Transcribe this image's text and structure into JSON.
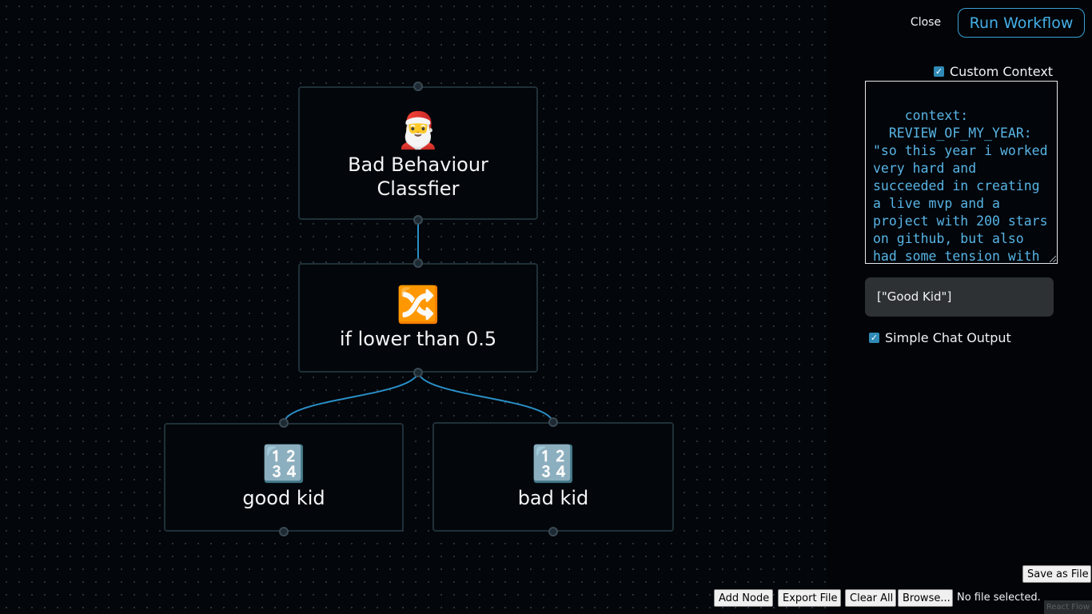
{
  "canvas": {
    "nodes": [
      {
        "id": "classifier",
        "emoji": "🎅",
        "label": "Bad Behaviour Classfier"
      },
      {
        "id": "condition",
        "emoji": "🔀",
        "label": "if lower than 0.5"
      },
      {
        "id": "good",
        "emoji": "🔢",
        "label": "good kid"
      },
      {
        "id": "bad",
        "emoji": "🔢",
        "label": "bad kid"
      }
    ],
    "edge_color": "#2a8fc8"
  },
  "panel": {
    "close_label": "Close",
    "run_label": "Run Workflow",
    "custom_context_label": "Custom Context",
    "custom_context_checked": true,
    "context_text": "context:\n  REVIEW_OF_MY_YEAR: \"so this year i worked very hard and succeeded in creating a live mvp and a project with 200 stars on github, but also had some tension with my",
    "output_text": "[\"Good Kid\"]",
    "simple_chat_label": "Simple Chat Output",
    "simple_chat_checked": true
  },
  "toolbar": {
    "save_file_label": "Save as File",
    "add_node_label": "Add Node",
    "export_file_label": "Export File",
    "clear_all_label": "Clear All",
    "browse_label": "Browse...",
    "file_status": "No file selected."
  },
  "attribution": "React Flow",
  "colors": {
    "accent": "#45aee6",
    "checkbox": "#2f8ab6"
  }
}
